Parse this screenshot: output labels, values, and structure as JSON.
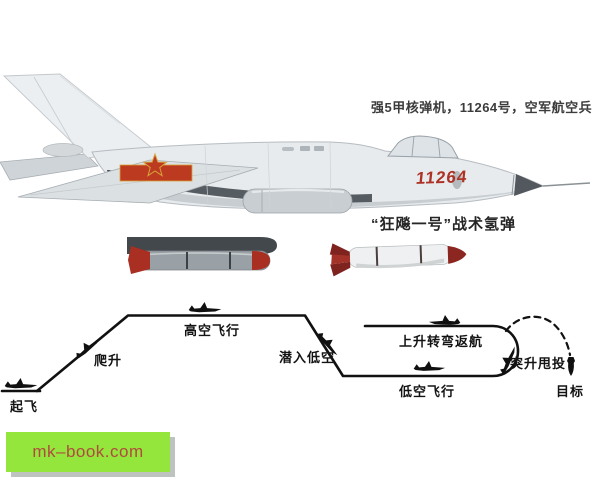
{
  "illustration": {
    "aircraft": {
      "caption": "强5甲核弹机，11264号，空军航空兵",
      "tail_number": "11264",
      "tail_number_color": "#ae3125",
      "body_color": "#e9ecee",
      "roundel_red": "#bc3a1f",
      "roundel_gold": "#d9a23c"
    },
    "bombs": {
      "caption": "“狂飚一号”战术氢弹",
      "left_bomb_body_color": "#9aa1a6",
      "left_bomb_fin_color": "#a82f22",
      "right_bomb_body_color": "#eef0f1",
      "right_bomb_fin_color": "#8c2620"
    }
  },
  "flight_profile": {
    "line_color": "#111111",
    "labels": {
      "takeoff": "起飞",
      "climb": "爬升",
      "high_altitude": "高空飞行",
      "descend_low": "潜入低空",
      "low_altitude": "低空飞行",
      "climb_turn_return": "上升转弯返航",
      "pop_up_toss": "突升甩投",
      "target": "目标"
    }
  },
  "watermark": {
    "text": "mk–book.com",
    "bar_color": "#94e63c",
    "text_color": "#b14a3e"
  }
}
